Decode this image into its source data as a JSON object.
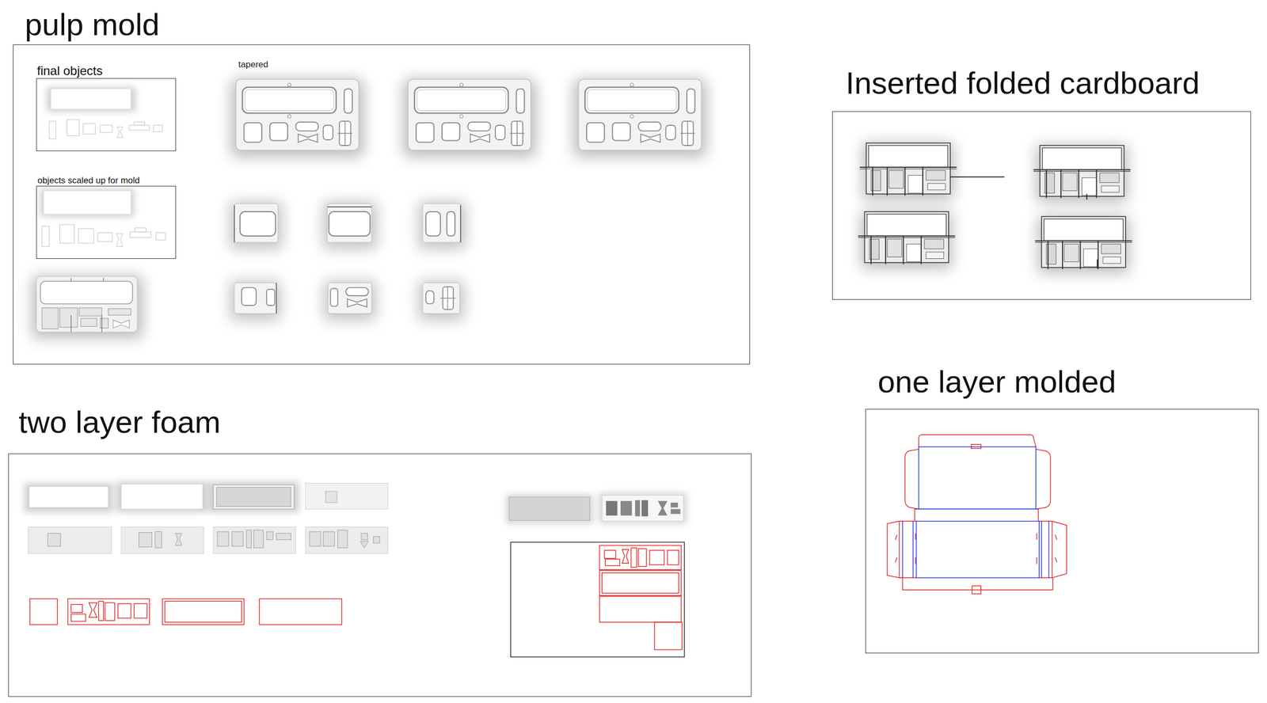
{
  "diagram": {
    "nodes": [
      {
        "text": [
          "pulp mold"
        ]
      },
      {
        "text": [
          "final objects"
        ],
        "in": 0
      },
      {
        "text": [
          "objects scaled up for mold"
        ],
        "in": 0
      },
      {
        "text": [
          "Inserted folded cardboard"
        ]
      },
      {
        "text": [
          "two layer foam"
        ]
      },
      {
        "text": [
          "one layer molded"
        ]
      }
    ],
    "labels": [
      "tapered"
    ]
  }
}
